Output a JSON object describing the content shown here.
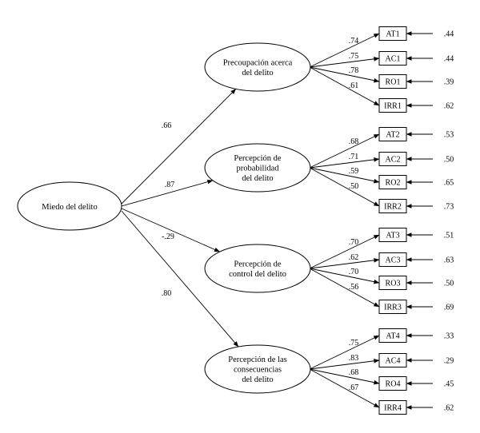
{
  "root": {
    "label": "Miedo del delito"
  },
  "factors": [
    {
      "lines": [
        "Precoupación acerca",
        "del delito"
      ],
      "path_coef": ".66",
      "indicators": [
        {
          "name": "AT1",
          "loading": ".74",
          "error": ".44"
        },
        {
          "name": "AC1",
          "loading": ".75",
          "error": ".44"
        },
        {
          "name": "RO1",
          "loading": ".78",
          "error": ".39"
        },
        {
          "name": "IRR1",
          "loading": ".61",
          "error": ".62"
        }
      ]
    },
    {
      "lines": [
        "Percepción de",
        "probabilidad",
        "del delito"
      ],
      "path_coef": ".87",
      "indicators": [
        {
          "name": "AT2",
          "loading": ".68",
          "error": ".53"
        },
        {
          "name": "AC2",
          "loading": ".71",
          "error": ".50"
        },
        {
          "name": "RO2",
          "loading": ".59",
          "error": ".65"
        },
        {
          "name": "IRR2",
          "loading": ".50",
          "error": ".73"
        }
      ]
    },
    {
      "lines": [
        "Percepción de",
        "control del delito"
      ],
      "path_coef": "-.29",
      "indicators": [
        {
          "name": "AT3",
          "loading": ".70",
          "error": ".51"
        },
        {
          "name": "AC3",
          "loading": ".62",
          "error": ".63"
        },
        {
          "name": "RO3",
          "loading": ".70",
          "error": ".50"
        },
        {
          "name": "IRR3",
          "loading": ".56",
          "error": ".69"
        }
      ]
    },
    {
      "lines": [
        "Percepción de las",
        "consecuencias",
        "del delito"
      ],
      "path_coef": ".80",
      "indicators": [
        {
          "name": "AT4",
          "loading": ".75",
          "error": ".33"
        },
        {
          "name": "AC4",
          "loading": ".83",
          "error": ".29"
        },
        {
          "name": "RO4",
          "loading": ".68",
          "error": ".45"
        },
        {
          "name": "IRR4",
          "loading": ".67",
          "error": ".62"
        }
      ]
    }
  ]
}
